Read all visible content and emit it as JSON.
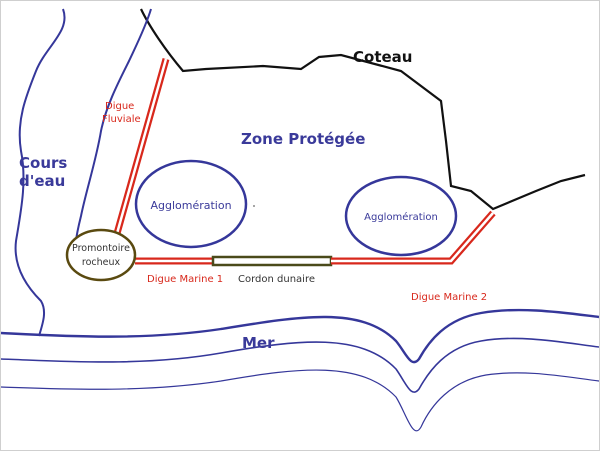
{
  "labels": {
    "coteau": "Coteau",
    "zone": "Zone Protégée",
    "cours_line1": "Cours",
    "cours_line2": "d'eau",
    "digue_fluviale_line1": "Digue",
    "digue_fluviale_line2": "Fluviale",
    "agglomeration_left": "Agglomération",
    "agglomeration_right": "Agglomération",
    "promontoire_line1": "Promontoire",
    "promontoire_line2": "rocheux",
    "digue_marine_1": "Digue Marine 1",
    "cordon_dunaire": "Cordon dunaire",
    "digue_marine_2": "Digue Marine 2",
    "mer": "Mer"
  },
  "colors": {
    "water": "#35379a",
    "dike": "#d8281c",
    "coteau": "#111111",
    "dune": "#4a4a1a",
    "promontoire": "#5a4a10"
  }
}
